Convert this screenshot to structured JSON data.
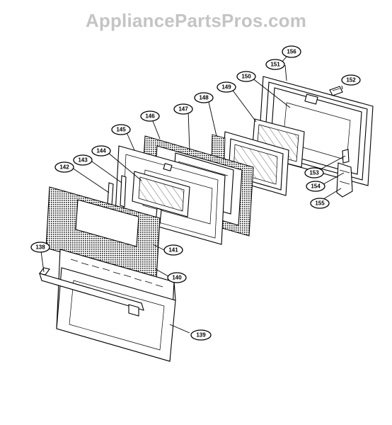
{
  "watermark": "AppliancePartsPros.com",
  "diagram": {
    "labels": {
      "l138": "138",
      "l139": "139",
      "l140": "140",
      "l141": "141",
      "l142": "142",
      "l143": "143",
      "l144": "144",
      "l145": "145",
      "l146": "146",
      "l147": "147",
      "l148": "148",
      "l149": "149",
      "l150": "150",
      "l151": "151",
      "l152": "152",
      "l153": "153",
      "l154": "154",
      "l155": "155",
      "l156": "156"
    }
  }
}
